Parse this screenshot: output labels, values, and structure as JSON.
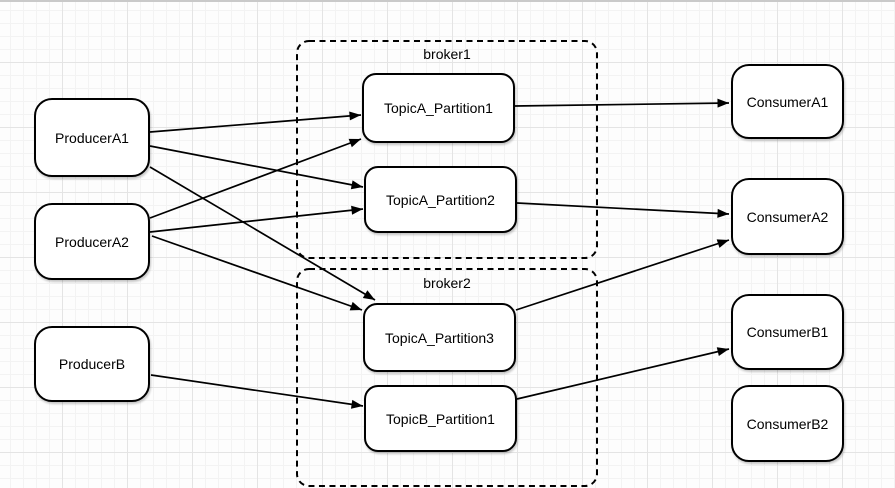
{
  "diagram": {
    "producers": [
      {
        "label": "ProducerA1"
      },
      {
        "label": "ProducerA2"
      },
      {
        "label": "ProducerB"
      }
    ],
    "brokers": [
      {
        "label": "broker1",
        "topics": [
          {
            "label": "TopicA_Partition1"
          },
          {
            "label": "TopicA_Partition2"
          }
        ]
      },
      {
        "label": "broker2",
        "topics": [
          {
            "label": "TopicA_Partition3"
          },
          {
            "label": "TopicB_Partition1"
          }
        ]
      }
    ],
    "consumers": [
      {
        "label": "ConsumerA1"
      },
      {
        "label": "ConsumerA2"
      },
      {
        "label": "ConsumerB1"
      },
      {
        "label": "ConsumerB2"
      }
    ],
    "edges": [
      {
        "from": "ProducerA1",
        "to": "TopicA_Partition1"
      },
      {
        "from": "ProducerA1",
        "to": "TopicA_Partition2"
      },
      {
        "from": "ProducerA1",
        "to": "TopicA_Partition3"
      },
      {
        "from": "ProducerA2",
        "to": "TopicA_Partition1"
      },
      {
        "from": "ProducerA2",
        "to": "TopicA_Partition2"
      },
      {
        "from": "ProducerA2",
        "to": "TopicA_Partition3"
      },
      {
        "from": "ProducerB",
        "to": "TopicB_Partition1"
      },
      {
        "from": "TopicA_Partition1",
        "to": "ConsumerA1"
      },
      {
        "from": "TopicA_Partition2",
        "to": "ConsumerA2"
      },
      {
        "from": "TopicA_Partition3",
        "to": "ConsumerA2"
      },
      {
        "from": "TopicB_Partition1",
        "to": "ConsumerB1"
      }
    ],
    "colors": {
      "stroke": "#000000",
      "node_fill": "#ffffff",
      "grid_minor": "#f3f3f3",
      "grid_major": "#e4e4e4"
    }
  }
}
